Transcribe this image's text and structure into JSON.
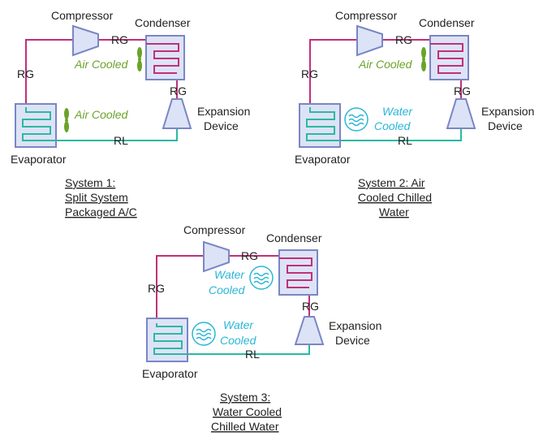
{
  "colors": {
    "gas_line": "#c0307a",
    "liquid_line": "#2cb8a4",
    "component_stroke": "#7a86c4",
    "component_fill": "#dde3f6",
    "air_cooled": "#6aa329",
    "water_cooled": "#2bb6d6"
  },
  "icons": [
    "fan-icon",
    "water-icon"
  ],
  "system1": {
    "compressor": "Compressor",
    "condenser": "Condenser",
    "expansion_line1": "Expansion",
    "expansion_line2": "Device",
    "evaporator": "Evaporator",
    "rg_top": "RG",
    "rg_left": "RG",
    "rg_right": "RG",
    "rl": "RL",
    "condenser_cooling": "Air Cooled",
    "evaporator_cooling": "Air Cooled",
    "caption": [
      "System 1:",
      "Split System",
      "Packaged A/C"
    ]
  },
  "system2": {
    "compressor": "Compressor",
    "condenser": "Condenser",
    "expansion_line1": "Expansion",
    "expansion_line2": "Device",
    "evaporator": "Evaporator",
    "rg_top": "RG",
    "rg_left": "RG",
    "rg_right": "RG",
    "rl": "RL",
    "condenser_cooling": "Air Cooled",
    "evaporator_cooling_line1": "Water",
    "evaporator_cooling_line2": "Cooled",
    "caption": [
      "System 2:  Air",
      "Cooled Chilled",
      "Water"
    ]
  },
  "system3": {
    "compressor": "Compressor",
    "condenser": "Condenser",
    "expansion_line1": "Expansion",
    "expansion_line2": "Device",
    "evaporator": "Evaporator",
    "rg_top": "RG",
    "rg_left": "RG",
    "rg_right": "RG",
    "rl": "RL",
    "condenser_cooling_line1": "Water",
    "condenser_cooling_line2": "Cooled",
    "evaporator_cooling_line1": "Water",
    "evaporator_cooling_line2": "Cooled",
    "caption": [
      "System 3:",
      "Water Cooled",
      "Chilled Water"
    ]
  }
}
